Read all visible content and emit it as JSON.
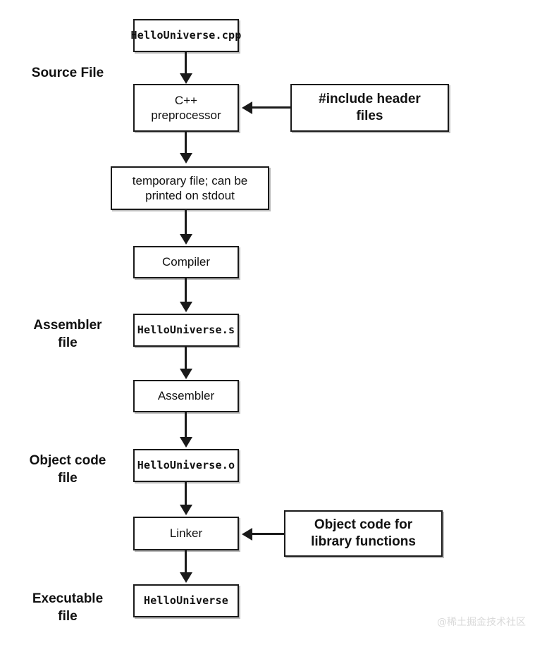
{
  "diagram": {
    "title": "C++ compilation pipeline",
    "colors": {
      "stroke": "#1a1a1a",
      "background": "#ffffff",
      "text": "#111111",
      "watermark": "#d9d9d9"
    },
    "stage_labels": [
      {
        "id": "source-file",
        "text": "Source File"
      },
      {
        "id": "assembler-file",
        "text": "Assembler\nfile"
      },
      {
        "id": "object-code-file",
        "text": "Object code\nfile"
      },
      {
        "id": "executable-file",
        "text": "Executable\nfile"
      }
    ],
    "nodes": [
      {
        "id": "hellouniverse-cpp",
        "text": "HelloUniverse.cpp",
        "style": "mono"
      },
      {
        "id": "cpp-preprocessor",
        "text": "C++\npreprocessor",
        "style": "sans"
      },
      {
        "id": "include-header-files",
        "text": "#include header\nfiles",
        "style": "sans-bold"
      },
      {
        "id": "temporary-file",
        "text": "temporary file; can be\nprinted on stdout",
        "style": "sans"
      },
      {
        "id": "compiler",
        "text": "Compiler",
        "style": "sans"
      },
      {
        "id": "hellouniverse-s",
        "text": "HelloUniverse.s",
        "style": "mono"
      },
      {
        "id": "assembler",
        "text": "Assembler",
        "style": "sans"
      },
      {
        "id": "hellouniverse-o",
        "text": "HelloUniverse.o",
        "style": "mono"
      },
      {
        "id": "linker",
        "text": "Linker",
        "style": "sans"
      },
      {
        "id": "object-code-library",
        "text": "Object code for\nlibrary functions",
        "style": "sans-bold"
      },
      {
        "id": "hellouniverse",
        "text": "HelloUniverse",
        "style": "mono"
      }
    ],
    "edges": [
      {
        "id": "edge-cpp-to-preprocessor",
        "from": "hellouniverse-cpp",
        "to": "cpp-preprocessor",
        "direction": "down"
      },
      {
        "id": "edge-include-to-preprocessor",
        "from": "include-header-files",
        "to": "cpp-preprocessor",
        "direction": "left"
      },
      {
        "id": "edge-preprocessor-to-temp",
        "from": "cpp-preprocessor",
        "to": "temporary-file",
        "direction": "down"
      },
      {
        "id": "edge-temp-to-compiler",
        "from": "temporary-file",
        "to": "compiler",
        "direction": "down"
      },
      {
        "id": "edge-compiler-to-s",
        "from": "compiler",
        "to": "hellouniverse-s",
        "direction": "down"
      },
      {
        "id": "edge-s-to-assembler",
        "from": "hellouniverse-s",
        "to": "assembler",
        "direction": "down"
      },
      {
        "id": "edge-assembler-to-o",
        "from": "assembler",
        "to": "hellouniverse-o",
        "direction": "down"
      },
      {
        "id": "edge-o-to-linker",
        "from": "hellouniverse-o",
        "to": "linker",
        "direction": "down"
      },
      {
        "id": "edge-library-to-linker",
        "from": "object-code-library",
        "to": "linker",
        "direction": "left"
      },
      {
        "id": "edge-linker-to-executable",
        "from": "linker",
        "to": "hellouniverse",
        "direction": "down"
      }
    ],
    "watermark": "@稀土掘金技术社区"
  }
}
